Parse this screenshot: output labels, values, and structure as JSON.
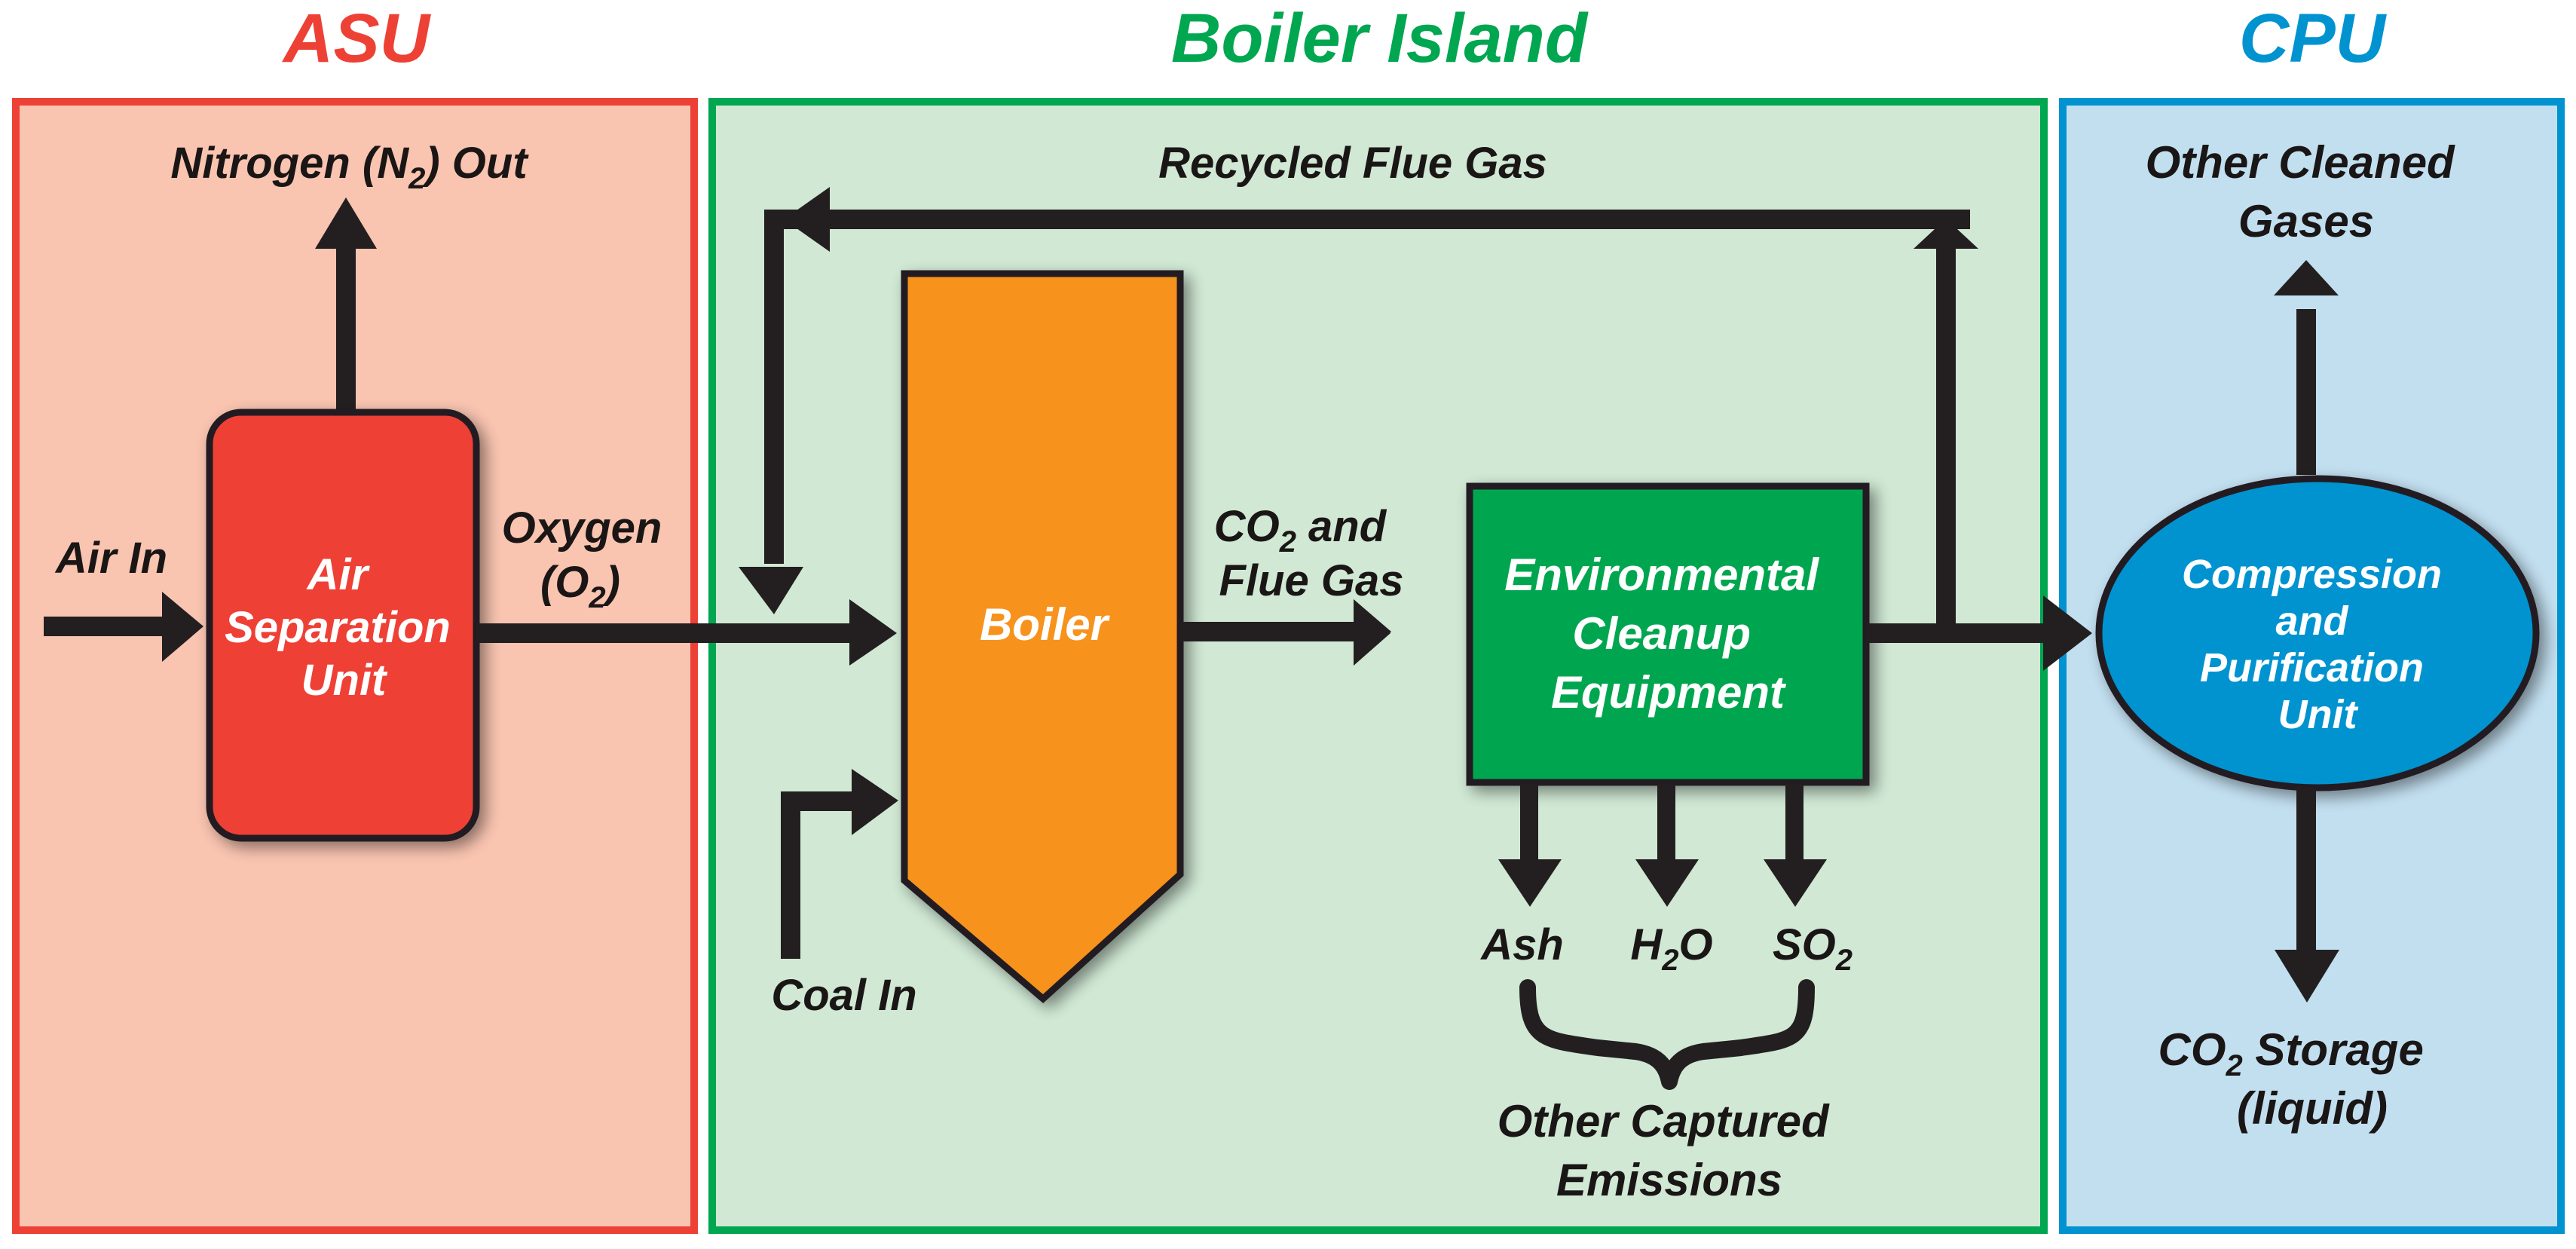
{
  "title": "Oxy-combustion CO2 capture process flow",
  "colors": {
    "asu": "#ee4136",
    "asu_bg": "#f9c4b0",
    "boiler_island": "#00a650",
    "boiler_island_bg": "#d0e8d4",
    "cpu": "#0093d0",
    "cpu_bg": "#c2dff0",
    "asu_unit": "#ee4136",
    "boiler": "#f7921e",
    "cleanup": "#00a650",
    "cpu_unit": "#0093d0",
    "arrow": "#231f20"
  },
  "sections": {
    "asu": {
      "title": "ASU"
    },
    "boiler_island": {
      "title": "Boiler Island"
    },
    "cpu": {
      "title": "CPU"
    }
  },
  "units": {
    "asu_unit": {
      "lines": [
        "Air",
        "Separation",
        "Unit"
      ]
    },
    "boiler": {
      "lines": [
        "Boiler"
      ]
    },
    "cleanup": {
      "lines": [
        "Environmental",
        "Cleanup",
        "Equipment"
      ]
    },
    "cpu_unit": {
      "lines": [
        "Compression",
        "and",
        "Purification",
        "Unit"
      ]
    }
  },
  "flows": {
    "air_in": "Air In",
    "nitrogen_out": {
      "pre": "Nitrogen (N",
      "sub": "2",
      "post": ") Out"
    },
    "oxygen": {
      "line1": "Oxygen",
      "line2_pre": "(O",
      "line2_sub": "2",
      "line2_post": ")"
    },
    "recycled_flue_gas": "Recycled Flue Gas",
    "coal_in": "Coal In",
    "co2_flue_gas": {
      "line1_pre": "CO",
      "line1_sub": "2",
      "line1_post": " and",
      "line2": "Flue Gas"
    },
    "other_cleaned_gases": [
      "Other Cleaned",
      "Gases"
    ],
    "co2_storage": {
      "line1_pre": "CO",
      "line1_sub": "2",
      "line1_post": " Storage",
      "line2": "(liquid)"
    }
  },
  "emissions": {
    "items": [
      {
        "pre": "Ash",
        "sub": "",
        "post": ""
      },
      {
        "pre": "H",
        "sub": "2",
        "post": "O"
      },
      {
        "pre": "SO",
        "sub": "2",
        "post": ""
      }
    ],
    "group_label": [
      "Other Captured",
      "Emissions"
    ]
  }
}
